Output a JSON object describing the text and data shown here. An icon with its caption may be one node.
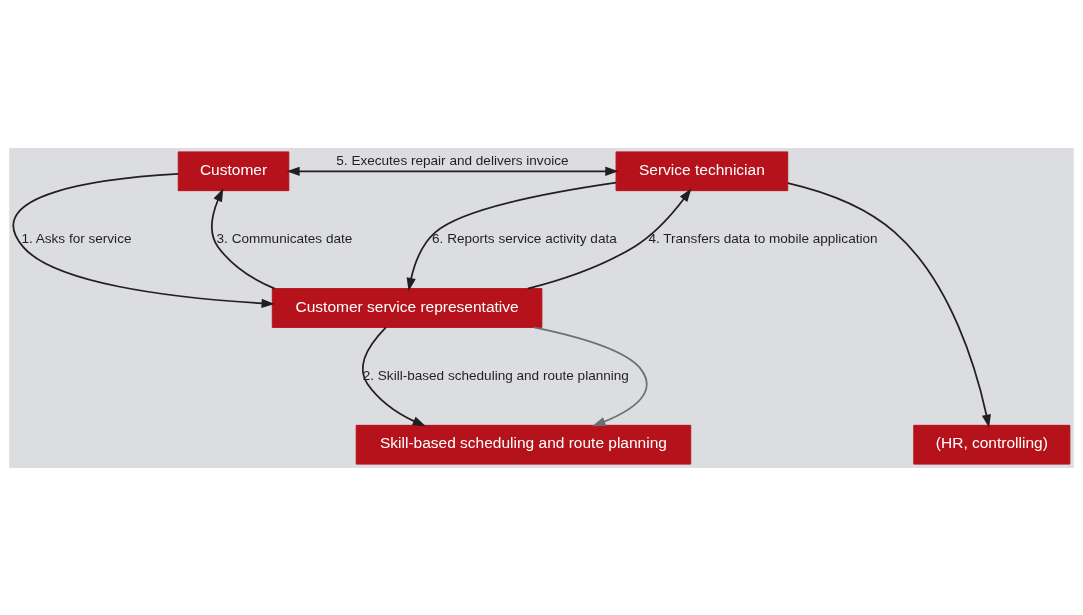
{
  "diagram": {
    "nodes": [
      {
        "text": [
          "Customer"
        ]
      },
      {
        "text": [
          "Service technician"
        ]
      },
      {
        "text": [
          "Customer service representative"
        ]
      },
      {
        "text": [
          "Skill-based scheduling and route planning"
        ]
      },
      {
        "text": [
          "(HR, controlling)"
        ]
      }
    ],
    "edges": [
      {
        "from": 0,
        "to": 1,
        "arrow": "both",
        "label": "5. Executes repair and delivers invoice"
      },
      {
        "from": 0,
        "to": 2,
        "arrow": "to",
        "label": "1. Asks for service"
      },
      {
        "from": 2,
        "to": 0,
        "arrow": "to",
        "label": "3. Communicates date"
      },
      {
        "from": 2,
        "to": 1,
        "arrow": "to",
        "label": "4. Transfers data to mobile application"
      },
      {
        "from": 1,
        "to": 2,
        "arrow": "to",
        "label": "6. Reports service activity data"
      },
      {
        "from": 1,
        "to": 4,
        "arrow": "to"
      },
      {
        "from": 2,
        "to": 3,
        "arrow": "to",
        "label": "2. Skill-based scheduling and route planning"
      },
      {
        "from": 2,
        "to": 3,
        "arrow": "to",
        "color": "#6d6e71"
      }
    ]
  }
}
